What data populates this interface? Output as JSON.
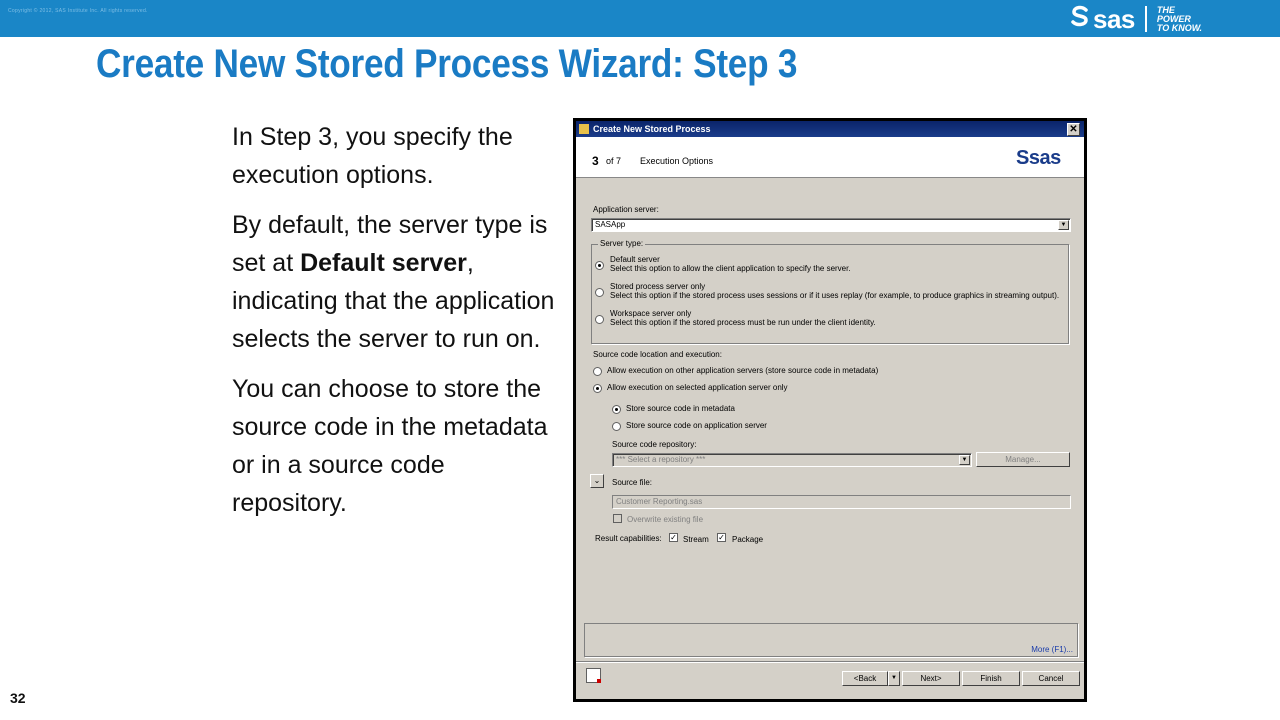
{
  "header": {
    "copyright": "Copyright © 2012, SAS Institute Inc. All rights reserved.",
    "logo_text": "sas",
    "tagline_lines": [
      "THE",
      "POWER",
      "TO KNOW."
    ]
  },
  "slide": {
    "title": "Create New Stored Process Wizard: Step 3",
    "page_number": "32",
    "paragraphs": [
      {
        "pre": "In Step 3, you specify the execution options.",
        "bold": "",
        "post": ""
      },
      {
        "pre": "By default, the server type is set at ",
        "bold": "Default server",
        "post": ", indicating that the application selects the server to run on."
      },
      {
        "pre": "You can choose to store the source code in the metadata or in a source code repository.",
        "bold": "",
        "post": ""
      }
    ]
  },
  "dialog": {
    "title": "Create New Stored Process",
    "close_glyph": "✕",
    "step_number": "3",
    "step_of": "of 7",
    "step_name": "Execution Options",
    "logo_text": "Ssas",
    "application_server_label": "Application server:",
    "application_server_value": "SASApp",
    "server_type_legend": "Server type:",
    "server_types": [
      {
        "label": "Default server",
        "desc": "Select this option to allow the client application to specify the server.",
        "selected": true
      },
      {
        "label": "Stored process server only",
        "desc": "Select this option if the stored process uses sessions or if it uses replay (for example, to produce graphics in streaming output).",
        "selected": false
      },
      {
        "label": "Workspace server only",
        "desc": "Select this option if the stored process must be run under the client identity.",
        "selected": false
      }
    ],
    "source_location_label": "Source code location and execution:",
    "exec_options": [
      {
        "label": "Allow execution on other application servers (store source code in metadata)",
        "selected": false
      },
      {
        "label": "Allow execution on selected application server only",
        "selected": true
      }
    ],
    "store_options": [
      {
        "label": "Store source code in metadata",
        "selected": true
      },
      {
        "label": "Store source code on application server",
        "selected": false
      }
    ],
    "repository_label": "Source code repository:",
    "repository_placeholder": "*** Select a repository ***",
    "manage_button": "Manage...",
    "source_file_label": "Source file:",
    "source_file_value": "Customer Reporting.sas",
    "overwrite_label": "Overwrite existing file",
    "result_capabilities_label": "Result capabilities:",
    "capabilities": [
      {
        "label": "Stream",
        "checked": true
      },
      {
        "label": "Package",
        "checked": true
      }
    ],
    "more_link": "More (F1)...",
    "buttons": {
      "back": "<Back",
      "next": "Next>",
      "finish": "Finish",
      "cancel": "Cancel"
    }
  },
  "colors": {
    "brand_blue": "#1a86c7",
    "title_blue": "#1a7bc4",
    "dialog_gray": "#d4d0c8"
  }
}
